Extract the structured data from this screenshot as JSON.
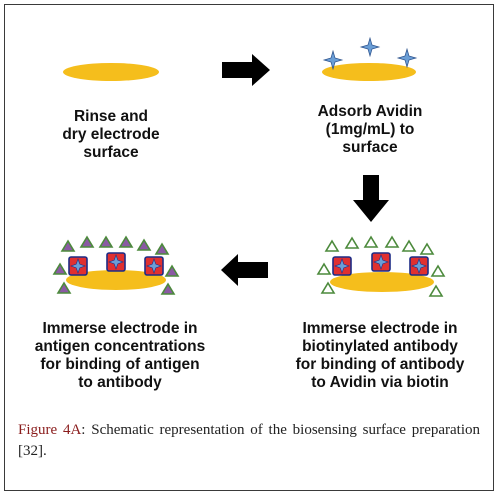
{
  "steps": [
    {
      "lines": [
        "Rinse and",
        "dry electrode",
        "surface"
      ]
    },
    {
      "lines": [
        "Adsorb Avidin",
        "(1mg/mL) to",
        "surface"
      ]
    },
    {
      "lines": [
        "Immerse electrode in",
        "biotinylated antibody",
        "for binding of antibody",
        "to Avidin via biotin"
      ]
    },
    {
      "lines": [
        "Immerse electrode in",
        "antigen concentrations",
        "for binding of antigen",
        "to antibody"
      ]
    }
  ],
  "caption": {
    "label": "Figure 4A",
    "text": ": Schematic representation of the biosensing surface preparation [32]."
  },
  "colors": {
    "electrode": "#f5be1c",
    "avidin": "#6a9ed6",
    "antibody_fill": "#e03030",
    "antibody_stroke": "#1d2c86",
    "antigen_fill": "#8a5aa3",
    "antibody_outline": "#4c8a3c",
    "arrow": "#000000",
    "caption_label": "#8a1c1c"
  },
  "icons": [
    "right-arrow-icon",
    "down-arrow-icon",
    "left-arrow-icon",
    "avidin-star-icon",
    "antibody-icon",
    "antigen-triangle-icon"
  ]
}
